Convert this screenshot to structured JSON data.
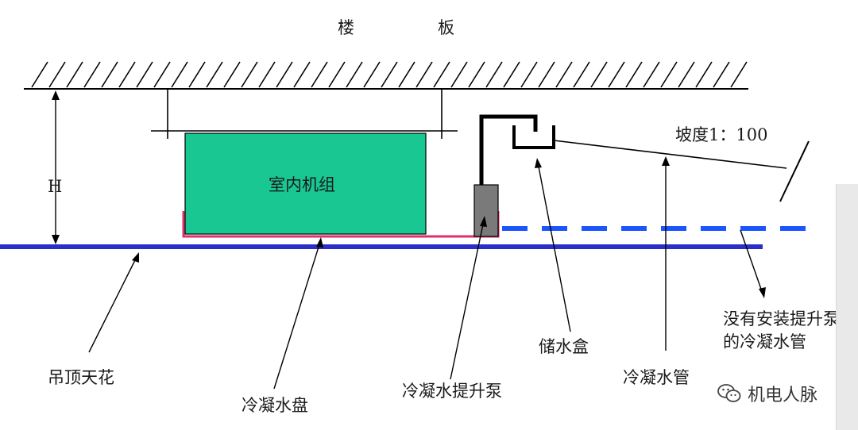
{
  "labels": {
    "floor_left": "楼",
    "floor_right": "板",
    "height": "H",
    "indoor_unit": "室内机组",
    "slope": "坡度1：100",
    "ceiling": "吊顶天花",
    "drain_pan": "冷凝水盘",
    "lift_pump": "冷凝水提升泵",
    "storage_box": "储水盒",
    "condensate_pipe": "冷凝水管",
    "no_pump_line1": "没有安装提升泵",
    "no_pump_line2": "的冷凝水管"
  },
  "watermark": {
    "text": "机电人脉",
    "icon": "wechat-icon"
  },
  "colors": {
    "unit_fill": "#19c793",
    "drain_pan": "#e0306a",
    "ceiling_line": "#2b2fc9",
    "dashed_pipe": "#1a55ff",
    "pump_fill": "#7a7a7a",
    "pipe_black": "#000000"
  }
}
